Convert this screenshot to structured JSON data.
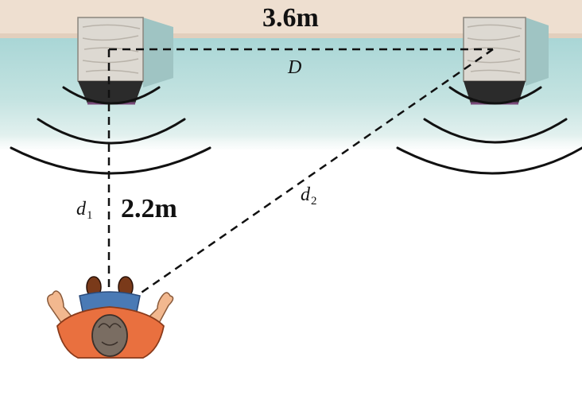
{
  "labels": {
    "speaker_distance": "3.6m",
    "separation_symbol": "D",
    "listener_distance": "2.2m",
    "path1_symbol": "d",
    "path1_subscript": "1",
    "path2_symbol": "d",
    "path2_subscript": "2"
  },
  "colors": {
    "wall": "#eedfd0",
    "floor": "#bfe0df",
    "speaker_body": "#ddd9d2",
    "speaker_cone": "#2b2b2b",
    "dash_line": "#111111",
    "shirt": "#e9703f",
    "hair": "#7a6d62",
    "jeans": "#4a7ab5",
    "skin": "#f2b88f"
  }
}
